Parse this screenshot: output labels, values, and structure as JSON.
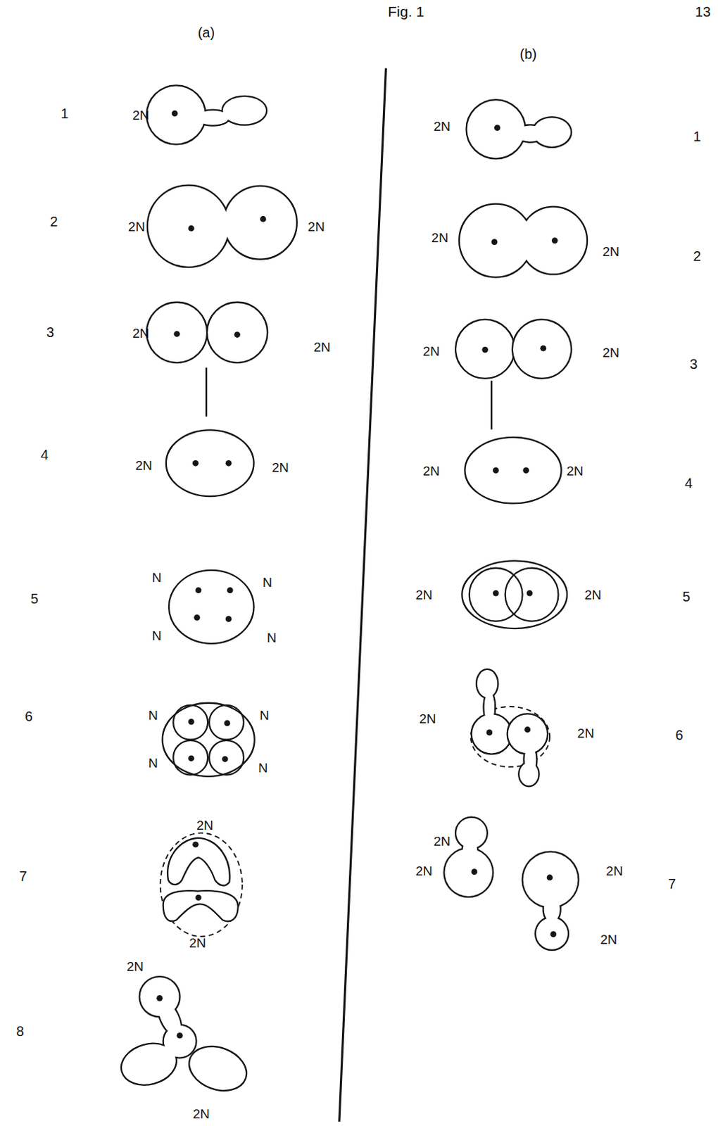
{
  "diagram": {
    "title": "Fig. 1",
    "labels": [
      "(a)",
      "13",
      "(b)",
      "1",
      "2N",
      "2",
      "2N",
      "2N",
      "3",
      "2N",
      "2N",
      "4",
      "2N",
      "2N",
      "5",
      "N",
      "N",
      "N",
      "N",
      "6",
      "N",
      "N",
      "N",
      "N",
      "7",
      "2N",
      "2N",
      "8",
      "2N",
      "2N",
      "2N",
      "1",
      "2N",
      "2N",
      "2",
      "2N",
      "2N",
      "3",
      "2N",
      "2N",
      "4",
      "2N",
      "2N",
      "5",
      "2N",
      "2N",
      "6",
      "2N",
      "2N",
      "2N",
      "2N",
      "7"
    ]
  }
}
